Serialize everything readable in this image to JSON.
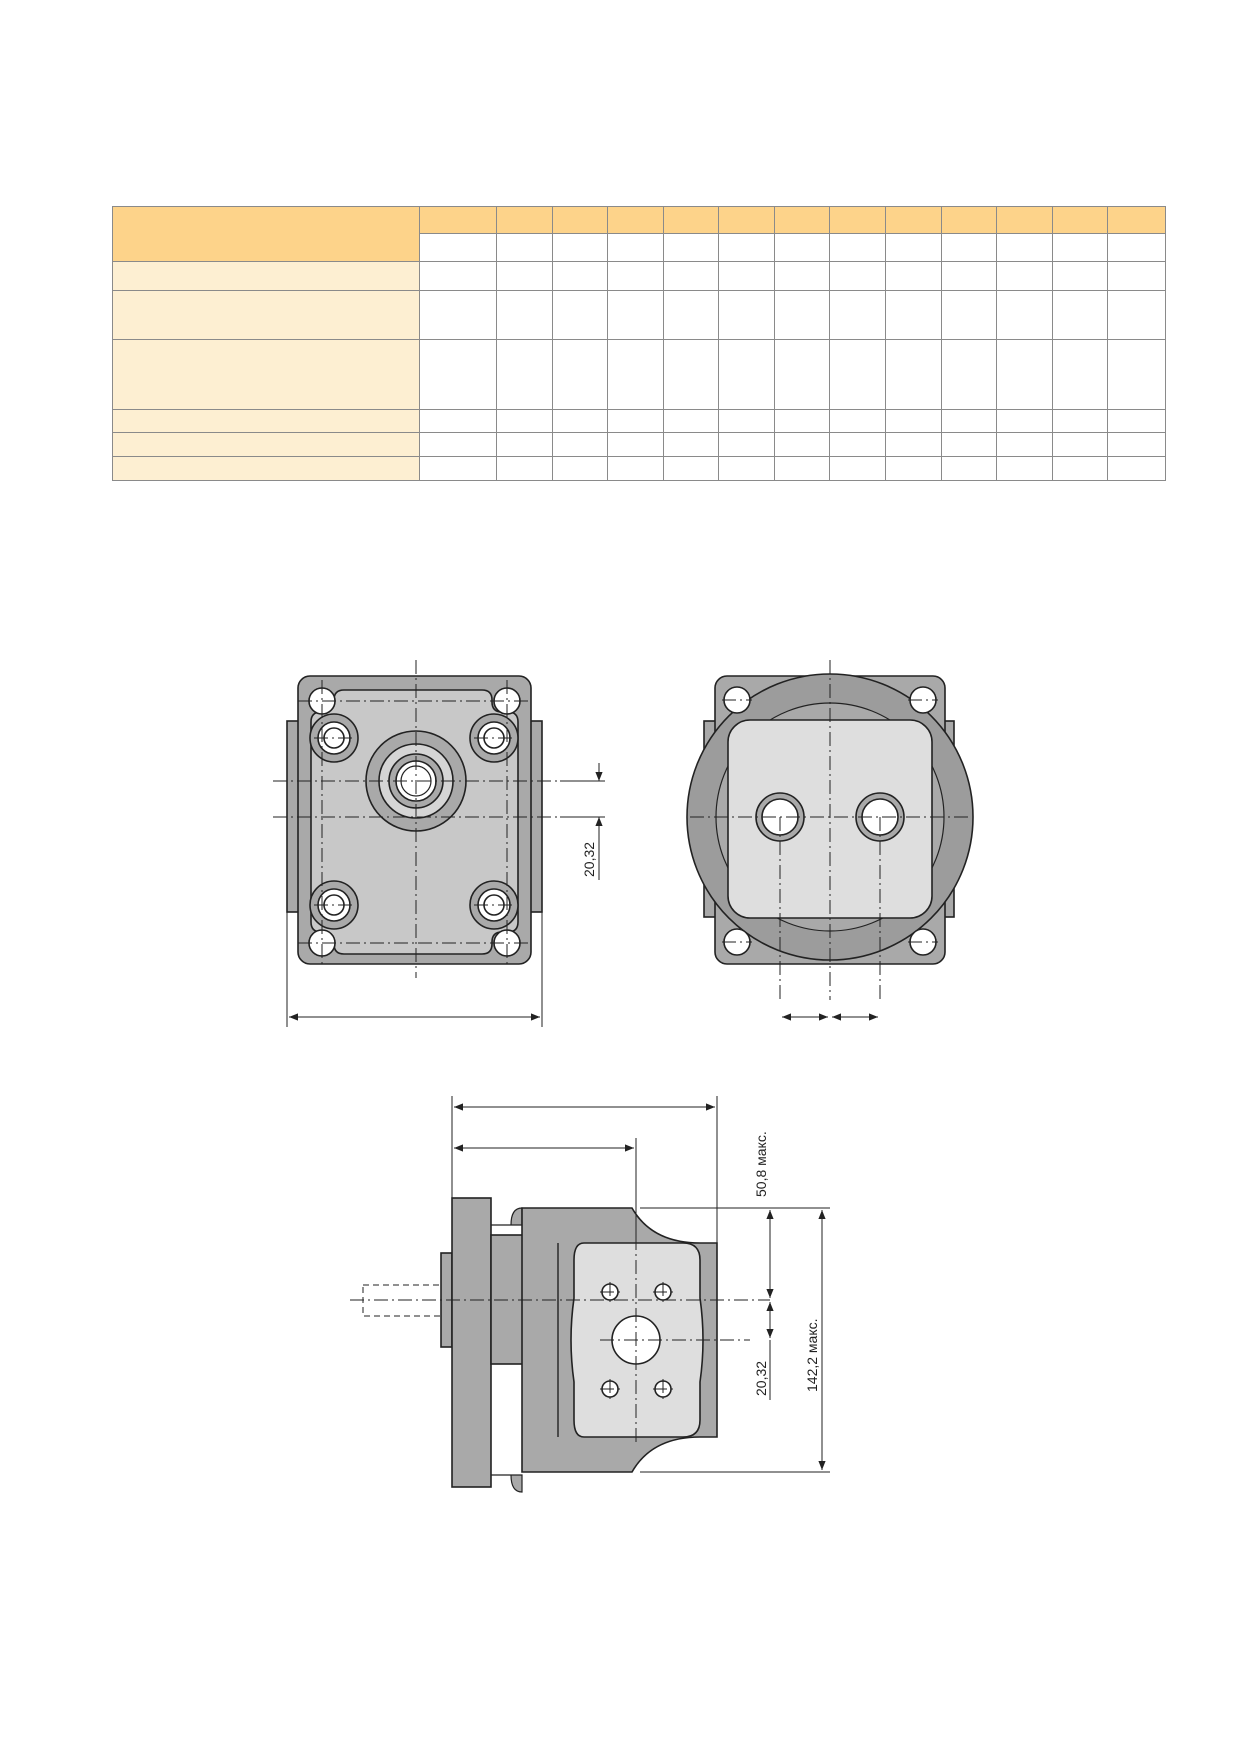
{
  "table": {
    "header_rows": [
      {
        "label": "",
        "values": [
          "",
          "",
          "",
          "",
          "",
          "",
          "",
          "",
          "",
          "",
          "",
          "",
          ""
        ]
      },
      {
        "values": [
          "",
          "",
          "",
          "",
          "",
          "",
          "",
          "",
          "",
          "",
          "",
          "",
          ""
        ]
      }
    ],
    "rows": [
      {
        "label": "",
        "values": [
          "",
          "",
          "",
          "",
          "",
          "",
          "",
          "",
          "",
          "",
          "",
          "",
          ""
        ]
      },
      {
        "label": "",
        "values": [
          "",
          "",
          "",
          "",
          "",
          "",
          "",
          "",
          "",
          "",
          "",
          "",
          ""
        ]
      },
      {
        "label": "",
        "values": [
          "",
          "",
          "",
          "",
          "",
          "",
          "",
          "",
          "",
          "",
          "",
          "",
          ""
        ]
      },
      {
        "label": "",
        "values": [
          "",
          "",
          "",
          "",
          "",
          "",
          "",
          "",
          "",
          "",
          "",
          "",
          ""
        ]
      },
      {
        "label": "",
        "values": [
          "",
          "",
          "",
          "",
          "",
          "",
          "",
          "",
          "",
          "",
          "",
          "",
          ""
        ]
      },
      {
        "label": "",
        "values": [
          "",
          "",
          "",
          "",
          "",
          "",
          "",
          "",
          "",
          "",
          "",
          "",
          ""
        ]
      }
    ]
  },
  "drawings": {
    "front_view": {
      "dim_offset": "20,32"
    },
    "side_view": {
      "dim_offset": "20,32",
      "dim_port_height": "50,8 макс.",
      "dim_total_height": "142,2 макс."
    }
  },
  "colors": {
    "header_bg": "#fdd38a",
    "label_bg": "#fdefd2",
    "body_gray": "#a9a9a9",
    "cover_gray": "#c8c8c8",
    "light_gray": "#dedede"
  }
}
